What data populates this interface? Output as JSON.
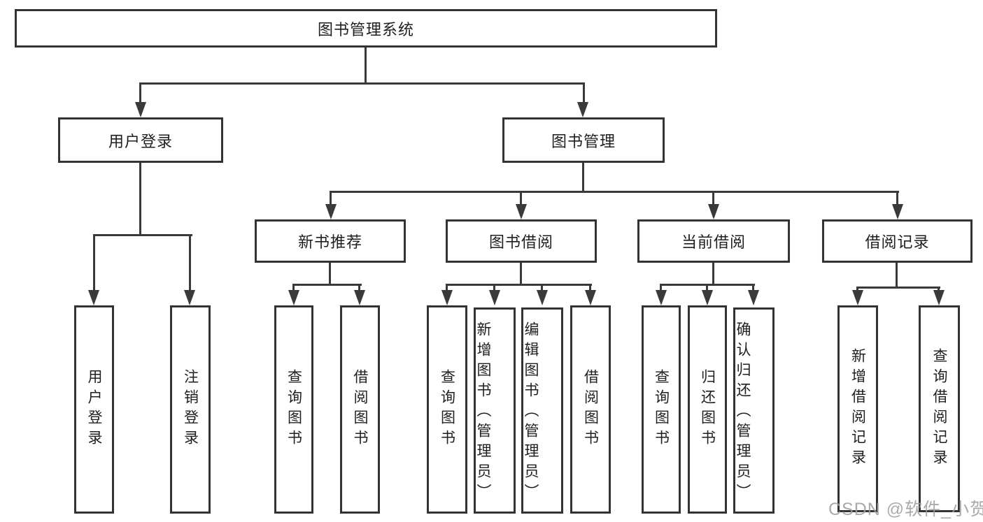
{
  "root": {
    "label": "图书管理系统"
  },
  "tree": [
    {
      "label": "用户登录",
      "children": [
        {
          "label": "用户登录"
        },
        {
          "label": "注销登录"
        }
      ]
    },
    {
      "label": "图书管理",
      "children": [
        {
          "label": "新书推荐",
          "children": [
            {
              "label": "查询图书"
            },
            {
              "label": "借阅图书"
            }
          ]
        },
        {
          "label": "图书借阅",
          "children": [
            {
              "label": "查询图书"
            },
            {
              "label": "新增图书（管理员）"
            },
            {
              "label": "编辑图书（管理员）"
            },
            {
              "label": "借阅图书"
            }
          ]
        },
        {
          "label": "当前借阅",
          "children": [
            {
              "label": "查询图书"
            },
            {
              "label": "归还图书"
            },
            {
              "label": "确认归还（管理员）"
            }
          ]
        },
        {
          "label": "借阅记录",
          "children": [
            {
              "label": "新增借阅记录"
            },
            {
              "label": "查询借阅记录"
            }
          ]
        }
      ]
    }
  ],
  "watermark": {
    "text": "CSDN @软件_小贺同学"
  },
  "colors": {
    "line": "#3a3a3a",
    "box_border": "#333333",
    "text": "#1f1f1f",
    "background": "#ffffff",
    "watermark": "#9e9e9e"
  }
}
